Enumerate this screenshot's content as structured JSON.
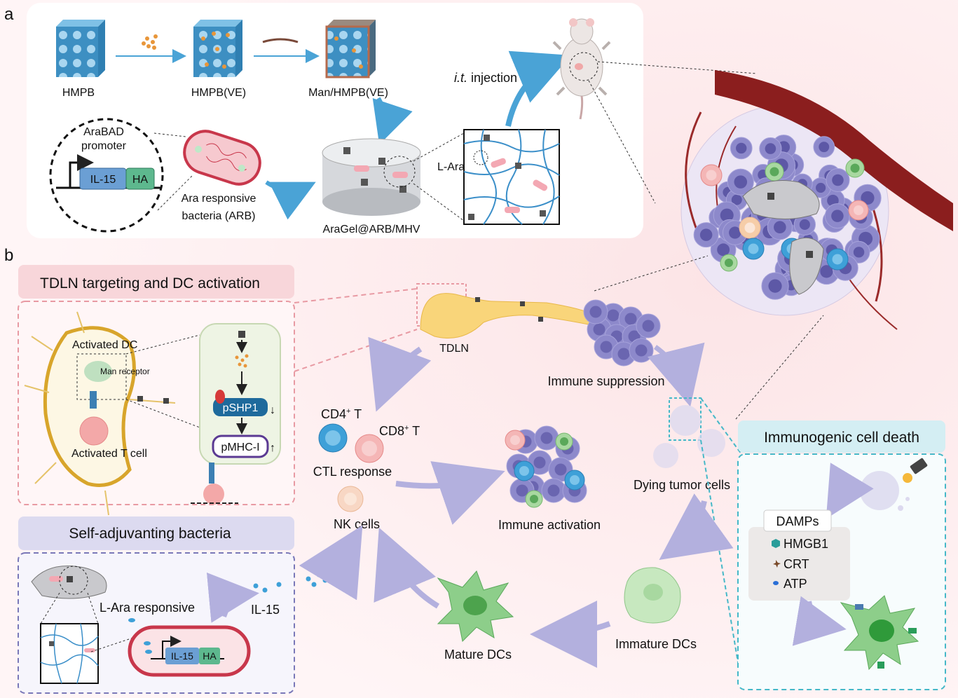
{
  "panels": {
    "a": "a",
    "b": "b"
  },
  "panel_a": {
    "hmpb": "HMPB",
    "hmpb_ve": "HMPB(VE)",
    "man_hmpb_ve": "Man/HMPB(VE)",
    "arabad": "AraBAD",
    "promoter": "promoter",
    "il15": "IL-15",
    "ha": "HA",
    "arb_line1": "Ara responsive",
    "arb_line2": "bacteria (ARB)",
    "aragel": "AraGel@ARB/MHV",
    "lara": "L-Ara",
    "injection_italic": "i.t.",
    "injection_rest": " injection"
  },
  "panel_b": {
    "tdln_box_title": "TDLN targeting and DC activation",
    "activated_dc": "Activated DC",
    "man_receptor": "Man receptor",
    "activated_t": "Activated T cell",
    "pshp1": "pSHP1",
    "pmhc": "pMHC-I",
    "arrow_down": "↓",
    "arrow_up": "↑",
    "self_adj_title": "Self-adjuvanting bacteria",
    "lara_responsive": "L-Ara responsive",
    "il15_small": "IL-15",
    "ha_small": "HA",
    "il15_secreted": "IL-15",
    "tdln": "TDLN",
    "immune_suppression": "Immune suppression",
    "cd4_main": "CD4",
    "cd4_sup": "+",
    "cd4_t": " T",
    "cd8_main": "CD8",
    "cd8_sup": "+",
    "cd8_t": " T",
    "ctl_response": "CTL response",
    "nk_cells": "NK cells",
    "immune_activation": "Immune activation",
    "mature_dcs": "Mature DCs",
    "immature_dcs": "Immature DCs",
    "dying_tumor": "Dying tumor cells",
    "icd_title": "Immunogenic cell death",
    "damps": "DAMPs",
    "hmgb1": "HMGB1",
    "crt": "CRT",
    "atp": "ATP"
  },
  "colors": {
    "hmpb_blue": "#4f9cc9",
    "arrow_blue": "#4aa3d6",
    "pink_bg": "#fdecee",
    "tdln_dash": "#e89aa3",
    "purple_dash": "#7a78b8",
    "cyan_dash": "#45b8c8",
    "il15_box": "#6b9fd4",
    "ha_box": "#5db88e",
    "vessel": "#8b1e1e",
    "tumor": "#8a86c8",
    "cd4_blue": "#3ea0d8",
    "cd8_pink": "#ef9a9a",
    "nk_peach": "#f4c6a6",
    "dc_green": "#8dce8a",
    "lavender_arrow": "#b7b4e0"
  }
}
